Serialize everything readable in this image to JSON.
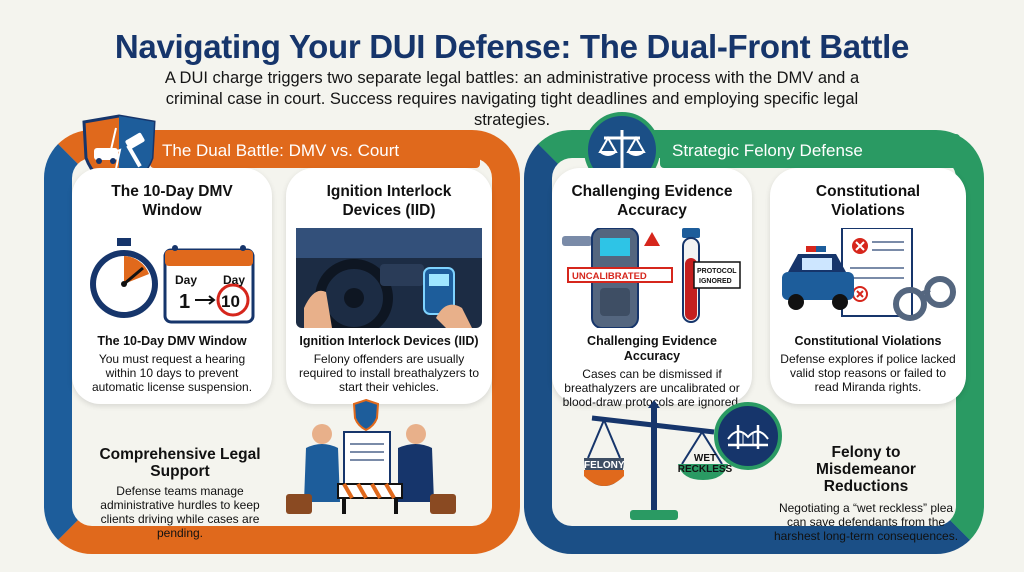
{
  "title": "Navigating Your DUI Defense: The Dual-Front Battle",
  "subtitle": "A DUI charge triggers two separate legal battles: an administrative process with the DMV and a criminal case in court. Success requires navigating tight deadlines and employing specific legal strategies.",
  "left_section": {
    "header": "The Dual Battle: DMV vs. Court",
    "cards": [
      {
        "title": "The 10-Day DMV Window",
        "subtitle": "The 10-Day DMV Window",
        "body": "You must request a hearing within 10 days to prevent automatic license suspension.",
        "illus": {
          "day_label_1": "Day",
          "day_value_1": "1",
          "day_label_2": "Day",
          "day_value_2": "10"
        }
      },
      {
        "title": "Ignition Interlock Devices (IID)",
        "subtitle": "Ignition Interlock Devices (IID)",
        "body": "Felony offenders are usually required to install breathalyzers to start their vehicles."
      }
    ],
    "bottom": {
      "title": "Comprehensive Legal Support",
      "body": "Defense teams manage administrative hurdles to keep clients driving while cases are pending."
    }
  },
  "right_section": {
    "header": "Strategic Felony Defense",
    "cards": [
      {
        "title": "Challenging Evidence Accuracy",
        "subtitle": "Challenging Evidence Accuracy",
        "body": "Cases can be dismissed if breathalyzers are uncalibrated or blood-draw protocols are ignored.",
        "illus": {
          "tag_1": "UNCALIBRATED",
          "tag_2": "PROTOCOL IGNORED"
        }
      },
      {
        "title": "Constitutional Violations",
        "subtitle": "Constitutional Violations",
        "body": "Defense explores if police lacked valid stop reasons or failed to read Miranda rights."
      }
    ],
    "scale": {
      "left": "FELONY",
      "right": "WET RECKLESS"
    },
    "bottom": {
      "title": "Felony to Misdemeanor Reductions",
      "body": "Negotiating a “wet reckless” plea can save defendants from the harshest long-term consequences."
    }
  },
  "colors": {
    "navy": "#16356b",
    "orange": "#e0691c",
    "blue": "#1d5d9b",
    "green": "#2a9a63",
    "dark_blue": "#1b4f86"
  },
  "icons": [
    "shield-gavel-icon",
    "scales-of-justice-icon",
    "bridge-icon",
    "stopwatch-icon",
    "calendar-icon",
    "breathalyzer-icon",
    "blood-vial-icon",
    "police-car-icon",
    "handcuffs-icon",
    "document-icon",
    "briefcase-icon",
    "barrier-icon"
  ]
}
